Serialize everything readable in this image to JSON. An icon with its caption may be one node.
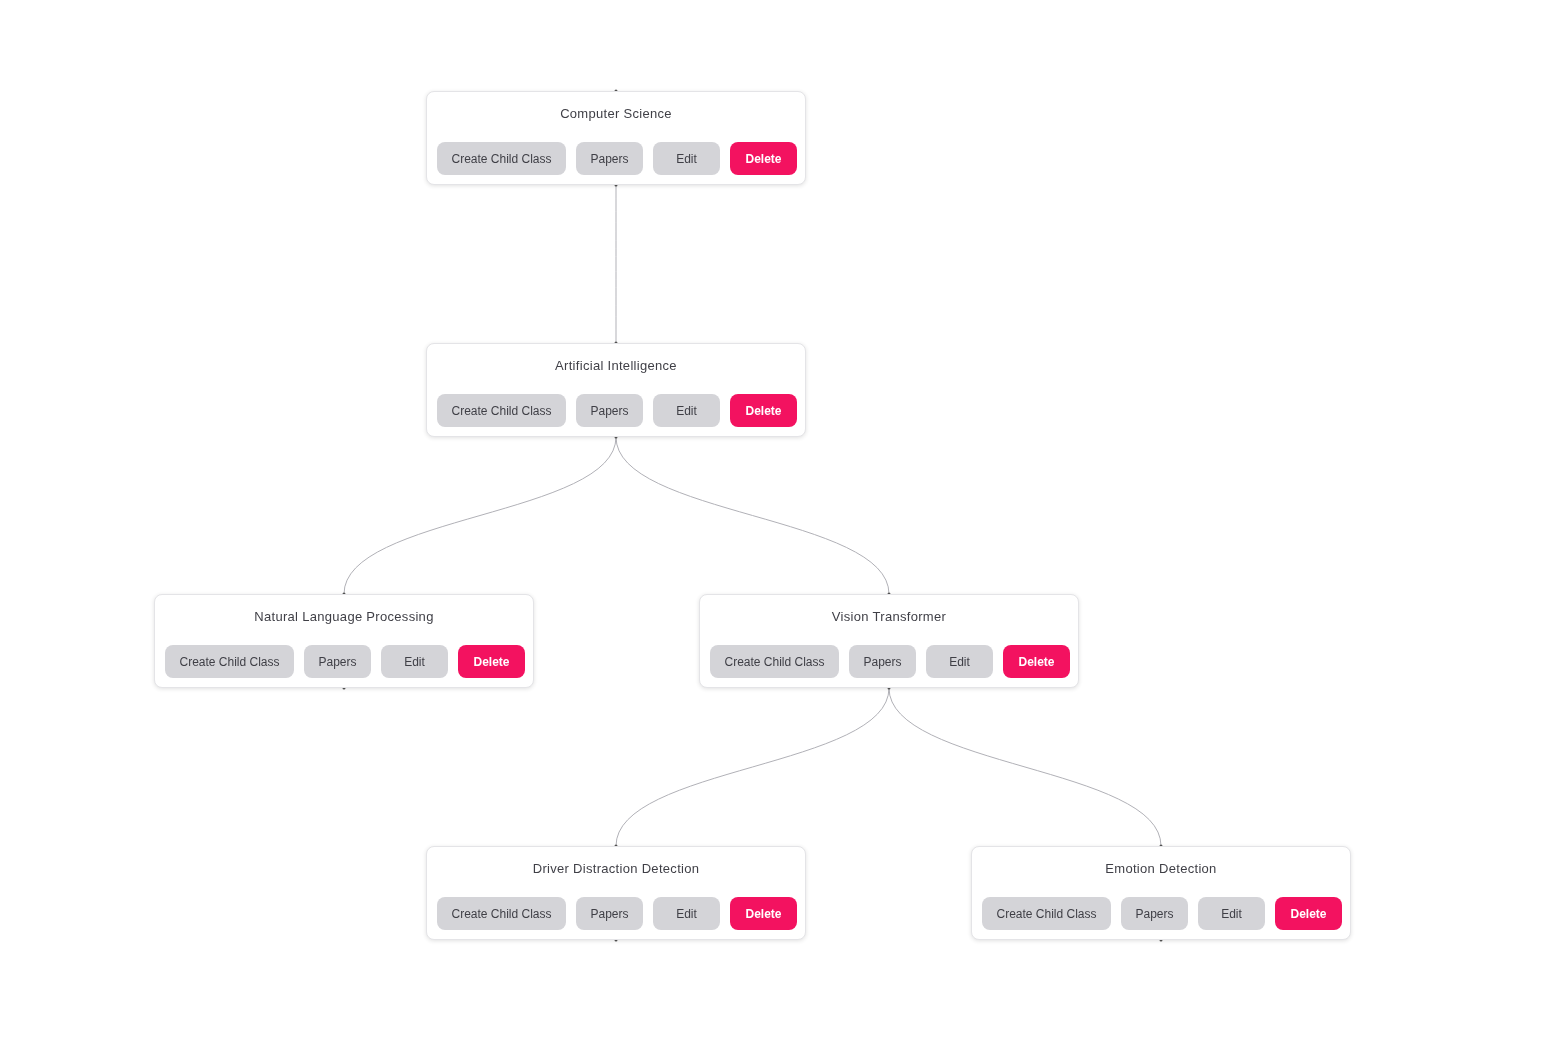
{
  "diagram": {
    "nodes": [
      {
        "text": [
          "Computer Science",
          "Create Child Class",
          "Papers",
          "Edit",
          "Delete"
        ]
      },
      {
        "text": [
          "Artificial Intelligence",
          "Create Child Class",
          "Papers",
          "Edit",
          "Delete"
        ]
      },
      {
        "text": [
          "Natural Language Processing",
          "Create Child Class",
          "Papers",
          "Edit",
          "Delete"
        ]
      },
      {
        "text": [
          "Vision Transformer",
          "Create Child Class",
          "Papers",
          "Edit",
          "Delete"
        ]
      },
      {
        "text": [
          "Driver Distraction Detection",
          "Create Child Class",
          "Papers",
          "Edit",
          "Delete"
        ]
      },
      {
        "text": [
          "Emotion Detection",
          "Create Child Class",
          "Papers",
          "Edit",
          "Delete"
        ]
      }
    ],
    "edges": [
      {
        "from": 0,
        "to": 1,
        "arrow": "none"
      },
      {
        "from": 1,
        "to": 2,
        "arrow": "none"
      },
      {
        "from": 1,
        "to": 3,
        "arrow": "none"
      },
      {
        "from": 3,
        "to": 4,
        "arrow": "none"
      },
      {
        "from": 3,
        "to": 5,
        "arrow": "none"
      }
    ]
  }
}
